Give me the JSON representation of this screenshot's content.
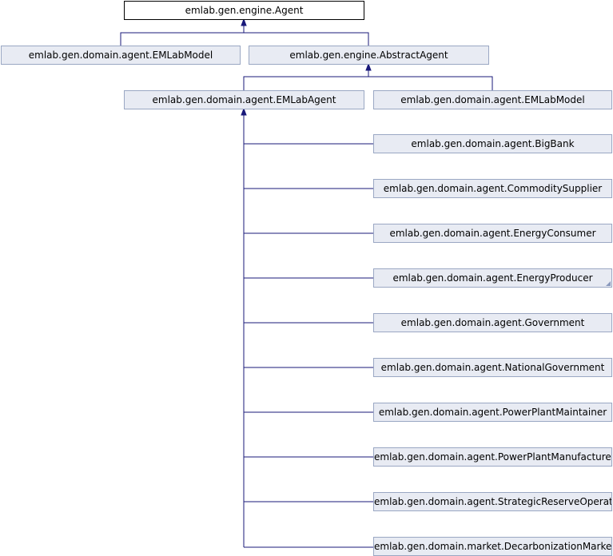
{
  "nodes": {
    "agent": "emlab.gen.engine.Agent",
    "emlab_model_left": "emlab.gen.domain.agent.EMLabModel",
    "abstract_agent": "emlab.gen.engine.AbstractAgent",
    "emlab_agent": "emlab.gen.domain.agent.EMLabAgent",
    "emlab_model_right": "emlab.gen.domain.agent.EMLabModel",
    "big_bank": "emlab.gen.domain.agent.BigBank",
    "commodity_supplier": "emlab.gen.domain.agent.CommoditySupplier",
    "energy_consumer": "emlab.gen.domain.agent.EnergyConsumer",
    "energy_producer": "emlab.gen.domain.agent.EnergyProducer",
    "government": "emlab.gen.domain.agent.Government",
    "national_government": "emlab.gen.domain.agent.NationalGovernment",
    "power_plant_maintainer": "emlab.gen.domain.agent.PowerPlantMaintainer",
    "power_plant_manufacturer": "emlab.gen.domain.agent.PowerPlantManufacturer",
    "strategic_reserve_operator": "emlab.gen.domain.agent.StrategicReserveOperator",
    "decarbonization_market": "emlab.gen.domain.market.DecarbonizationMarket"
  },
  "colors": {
    "edge": "#19197a",
    "node_fill": "#e8ebf3",
    "node_border": "#9aa7c3"
  }
}
